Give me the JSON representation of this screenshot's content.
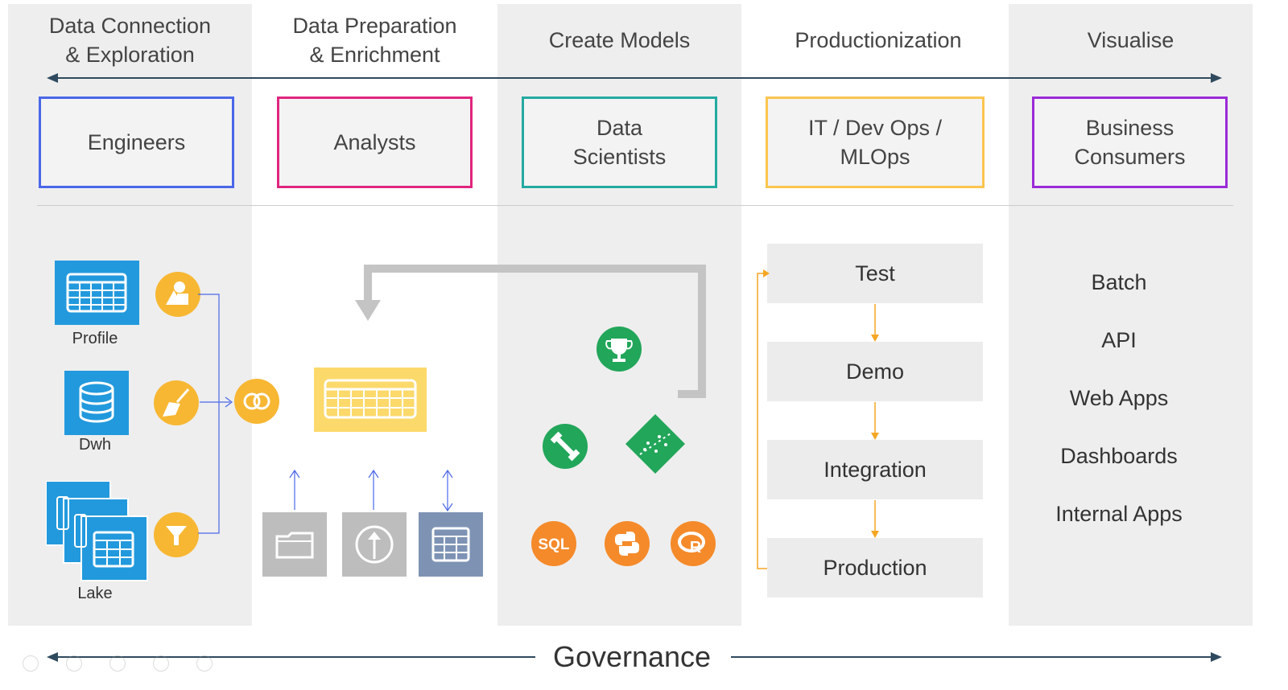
{
  "columns": [
    {
      "header": "Data Connection\n& Exploration",
      "role": "Engineers",
      "role_color": "#4a67e8"
    },
    {
      "header": "Data Preparation\n& Enrichment",
      "role": "Analysts",
      "role_color": "#e0257e"
    },
    {
      "header": "Create Models",
      "role": "Data\nScientists",
      "role_color": "#23aaa1"
    },
    {
      "header": "Productionization",
      "role": "IT / Dev Ops /\nMLOps",
      "role_color": "#fbc54f"
    },
    {
      "header": "Visualise",
      "role": "Business\nConsumers",
      "role_color": "#9b2ad8"
    }
  ],
  "sources": {
    "profile": "Profile",
    "dwh": "Dwh",
    "lake": "Lake"
  },
  "pipeline_stages": [
    "Test",
    "Demo",
    "Integration",
    "Production"
  ],
  "outputs": [
    "Batch",
    "API",
    "Web Apps",
    "Dashboards",
    "Internal Apps"
  ],
  "footer": {
    "governance": "Governance"
  },
  "model_icons": {
    "sql": "SQL"
  },
  "colors": {
    "band_gray": "#eeeeee",
    "arrow_dark": "#2f4a5e",
    "blue": "#2299dd",
    "yellow": "#f7b733",
    "green": "#22a65a",
    "orange": "#f58a2a",
    "pipeline_arrow": "#f5a623"
  },
  "icons": [
    "table-icon",
    "database-icon",
    "shapes-icon",
    "broom-icon",
    "filter-icon",
    "join-icon",
    "folder-icon",
    "upload-icon",
    "grid-icon",
    "trophy-icon",
    "dumbbell-icon",
    "scatter-icon",
    "python-icon",
    "r-icon"
  ]
}
